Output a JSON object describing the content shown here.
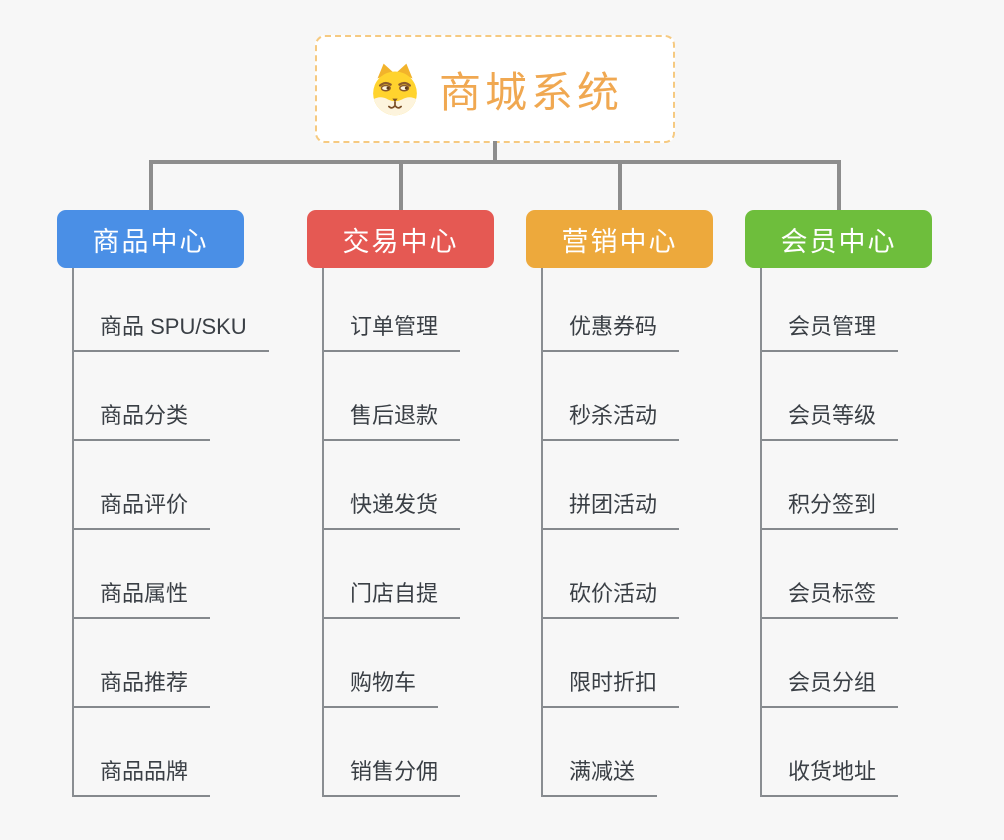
{
  "page": {
    "background_color": "#f7f7f7",
    "connector_color": "#8d8d8d"
  },
  "root": {
    "title": "商城系统",
    "icon": "dog-face-icon",
    "title_color": "#f0a851",
    "border_color": "#f6ca81"
  },
  "branches": [
    {
      "label": "商品中心",
      "color": "#4a8fe6",
      "items": [
        "商品 SPU/SKU",
        "商品分类",
        "商品评价",
        "商品属性",
        "商品推荐",
        "商品品牌"
      ]
    },
    {
      "label": "交易中心",
      "color": "#e55953",
      "items": [
        "订单管理",
        "售后退款",
        "快递发货",
        "门店自提",
        "购物车",
        "销售分佣"
      ]
    },
    {
      "label": "营销中心",
      "color": "#eda93c",
      "items": [
        "优惠券码",
        "秒杀活动",
        "拼团活动",
        "砍价活动",
        "限时折扣",
        "满减送"
      ]
    },
    {
      "label": "会员中心",
      "color": "#6ebe3c",
      "items": [
        "会员管理",
        "会员等级",
        "积分签到",
        "会员标签",
        "会员分组",
        "收货地址"
      ]
    }
  ]
}
